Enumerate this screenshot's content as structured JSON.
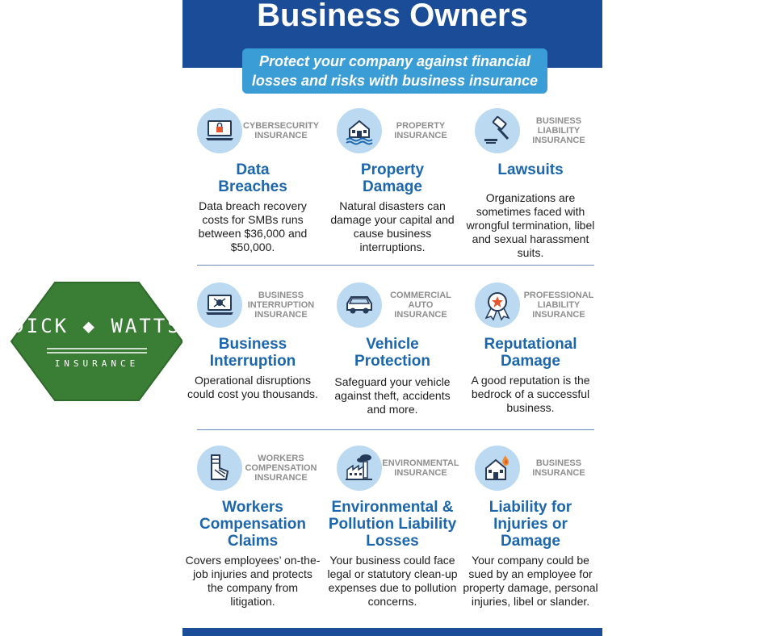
{
  "logo": {
    "name": "DICK ◆ WATTS",
    "sub": "INSURANCE",
    "color": "#3a7d35"
  },
  "header": {
    "title": "Business Owners",
    "tagline": "Protect your company against financial losses and risks with business insurance"
  },
  "colors": {
    "navy": "#1a4c97",
    "accent_blue": "#3b9dd6",
    "heading_blue": "#1c66ad",
    "icon_bg": "#bcd9f2"
  },
  "cells": [
    {
      "icon": "laptop-lock-icon",
      "label": "CYBERSECURITY INSURANCE",
      "heading": "Data Breaches",
      "description": "Data breach recovery costs for SMBs runs between $36,000 and $50,000."
    },
    {
      "icon": "flooded-house-icon",
      "label": "PROPERTY INSURANCE",
      "heading": "Property Damage",
      "description": "Natural disasters can damage your capital and cause business interruptions."
    },
    {
      "icon": "gavel-icon",
      "label": "BUSINESS LIABILITY INSURANCE",
      "heading": "Lawsuits",
      "description": "Organizations are sometimes faced with wrongful termination, libel and sexual harassment suits."
    },
    {
      "icon": "laptop-bug-icon",
      "label": "BUSINESS INTERRUPTION INSURANCE",
      "heading": "Business Interruption",
      "description": "Operational disruptions could cost you thousands."
    },
    {
      "icon": "car-icon",
      "label": "COMMERCIAL AUTO INSURANCE",
      "heading": "Vehicle Protection",
      "description": "Safeguard your vehicle against theft, accidents and more."
    },
    {
      "icon": "award-ribbon-icon",
      "label": "PROFESSIONAL LIABILITY INSURANCE",
      "heading": "Reputational Damage",
      "description": "A good reputation is the bedrock of a successful business."
    },
    {
      "icon": "arm-cast-icon",
      "label": "WORKERS COMPENSATION INSURANCE",
      "heading": "Workers Compensation Claims",
      "description": "Covers employees’ on-the-job injuries and protects the company from litigation."
    },
    {
      "icon": "factory-pollution-icon",
      "label": "ENVIRONMENTAL INSURANCE",
      "heading": "Environmental & Pollution Liability Losses",
      "description": "Your business could face legal or statutory clean-up expenses due to pollution concerns."
    },
    {
      "icon": "house-fire-icon",
      "label": "BUSINESS INSURANCE",
      "heading": "Liability for Injuries or Damage",
      "description": "Your company could be sued by an employee for property damage, personal injuries, libel or slander."
    }
  ]
}
